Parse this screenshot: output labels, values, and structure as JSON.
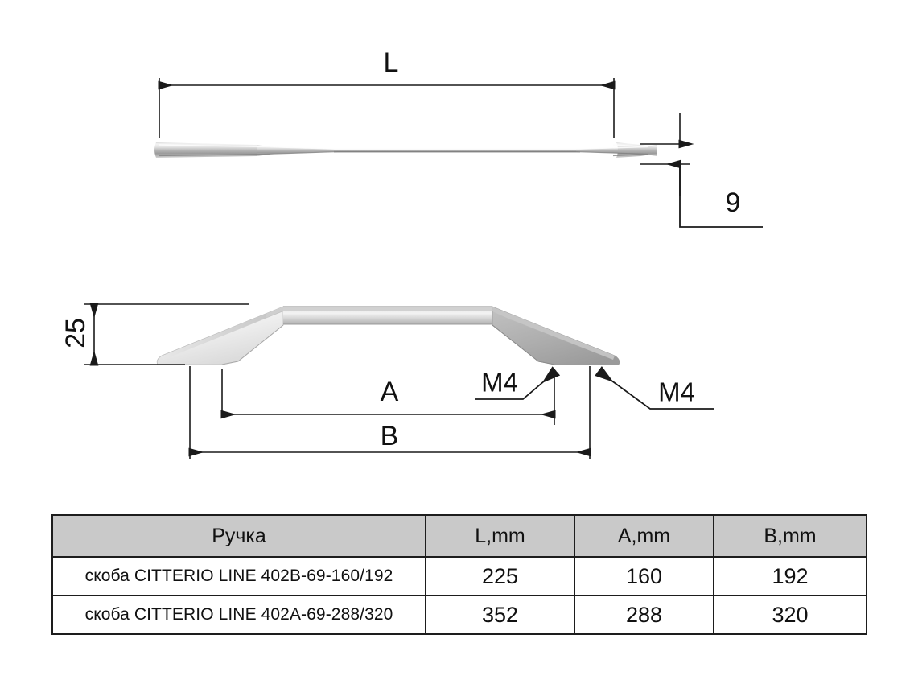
{
  "drawing": {
    "title_labels": {
      "length_L": "L",
      "thickness_9": "9",
      "height_25": "25",
      "dim_A": "A",
      "dim_B": "B",
      "thread_left": "M4",
      "thread_right": "M4"
    },
    "colors": {
      "line": "#1a1a1a",
      "metal_light": "#f2f2f2",
      "metal_mid": "#c4c4c4",
      "metal_dark": "#8f8f8f",
      "table_header_fill": "#c9c9c9",
      "table_border": "#1d1d1d",
      "page_background": "#ffffff"
    },
    "views": [
      {
        "name": "top-view",
        "description": "front elevation of bar handle, dimension L across full length, thickness 9"
      },
      {
        "name": "side-view",
        "description": "side elevation of bracket handle, height 25, centre distance A, overall B, M4 threaded studs"
      }
    ]
  },
  "table": {
    "headers": [
      "Ручка",
      "L,mm",
      "A,mm",
      "B,mm"
    ],
    "rows": [
      {
        "name": "скоба CITTERIO LINE 402B-69-160/192",
        "L": "225",
        "A": "160",
        "B": "192"
      },
      {
        "name": "скоба CITTERIO LINE 402A-69-288/320",
        "L": "352",
        "A": "288",
        "B": "320"
      }
    ]
  }
}
